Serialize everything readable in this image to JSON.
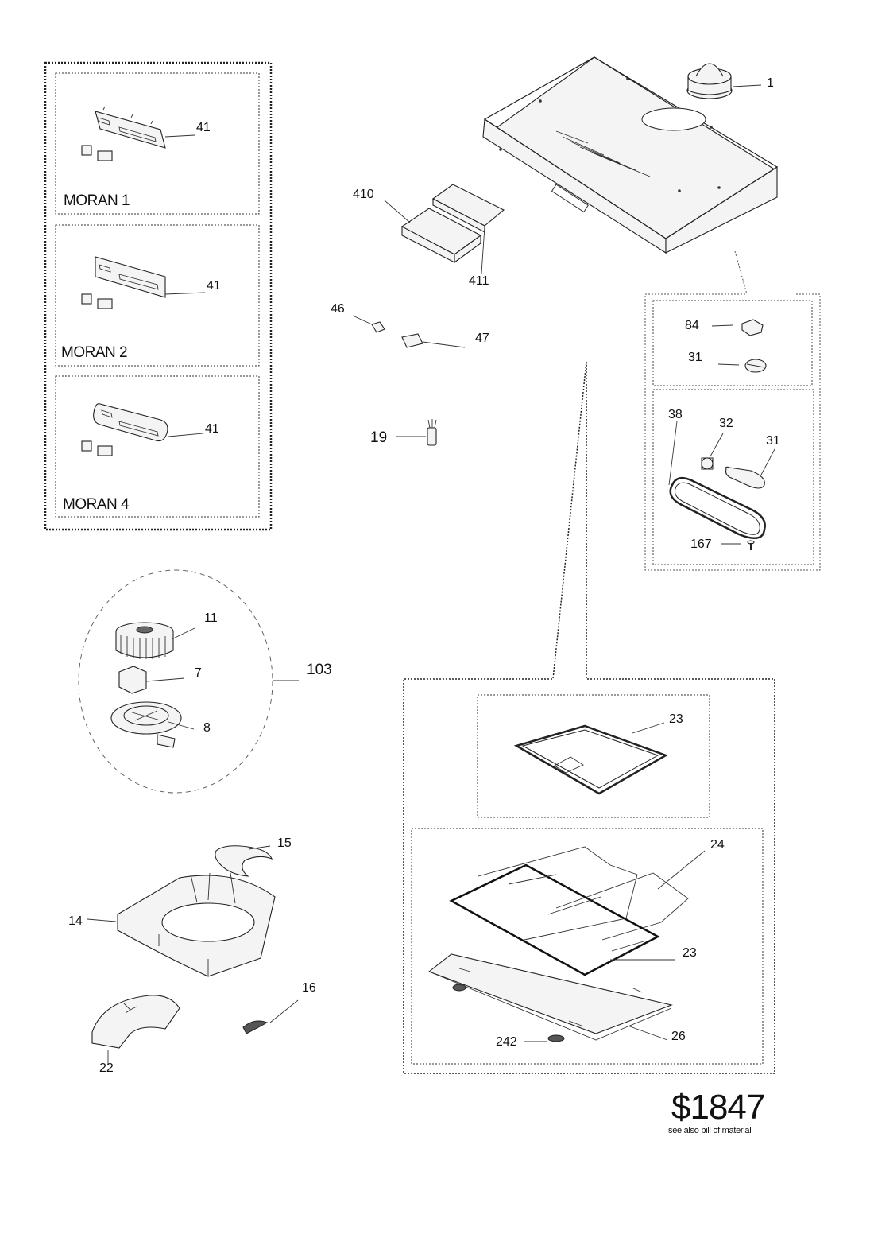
{
  "models": [
    {
      "name": "MORAN 1",
      "part": "41"
    },
    {
      "name": "MORAN 2",
      "part": "41"
    },
    {
      "name": "MORAN 4",
      "part": "41"
    }
  ],
  "labels": {
    "l1": "1",
    "l410": "410",
    "l411": "411",
    "l46": "46",
    "l47": "47",
    "l19": "19",
    "l84": "84",
    "l31a": "31",
    "l38": "38",
    "l32": "32",
    "l31b": "31",
    "l167": "167",
    "l11": "11",
    "l7": "7",
    "l103": "103",
    "l8": "8",
    "l15": "15",
    "l14": "14",
    "l16": "16",
    "l22": "22",
    "l23a": "23",
    "l24": "24",
    "l23b": "23",
    "l26": "26",
    "l242": "242"
  },
  "price": "$1847",
  "note": "see also bill of material"
}
